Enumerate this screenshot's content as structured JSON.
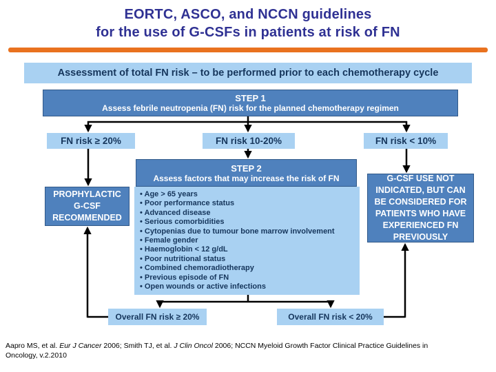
{
  "title": {
    "line1": "EORTC, ASCO, and NCCN guidelines",
    "line2": "for the use of G-CSFs in patients at risk of FN"
  },
  "banner": {
    "text": "Assessment of total FN risk – to be performed prior to each chemotherapy cycle"
  },
  "flow": {
    "step1": {
      "heading": "STEP 1",
      "subtext": "Assess febrile neutropenia (FN) risk for the planned chemotherapy regimen"
    },
    "risk_branches": {
      "high": "FN risk ≥ 20%",
      "mid": "FN risk 10-20%",
      "low": "FN risk < 10%"
    },
    "step2": {
      "heading": "STEP 2",
      "subtext": "Assess factors that may increase the risk of FN"
    },
    "risk_factors": [
      "Age > 65 years",
      "Poor performance status",
      "Advanced disease",
      "Serious comorbidities",
      "Cytopenias due to tumour bone marrow involvement",
      "Female gender",
      "Haemoglobin < 12 g/dL",
      "Poor nutritional status",
      "Combined chemoradiotherapy",
      "Previous episode of FN",
      "Open wounds or active infections"
    ],
    "recommendation": "PROPHYLACTIC G-CSF RECOMMENDED",
    "not_indicated": "G-CSF USE NOT INDICATED, BUT CAN BE CONSIDERED FOR PATIENTS WHO HAVE EXPERIENCED FN PREVIOUSLY",
    "overall_high": "Overall FN risk ≥ 20%",
    "overall_low": "Overall FN risk < 20%"
  },
  "footer": {
    "s1": "Aapro MS, et al. ",
    "s2": "Eur J Cancer",
    "s3": " 2006; Smith TJ, et al. ",
    "s4": "J Clin Oncol",
    "s5": " 2006; NCCN Myeloid Growth Factor Clinical Practice Guidelines in Oncology, v.2.2010"
  },
  "colors": {
    "title_navy": "#2f3193",
    "accent_orange": "#e9721f",
    "steel_blue_box": "#4f81bd",
    "light_blue_box": "#a9d1f2",
    "text_navy": "#16365c",
    "connector_black": "#000000"
  }
}
